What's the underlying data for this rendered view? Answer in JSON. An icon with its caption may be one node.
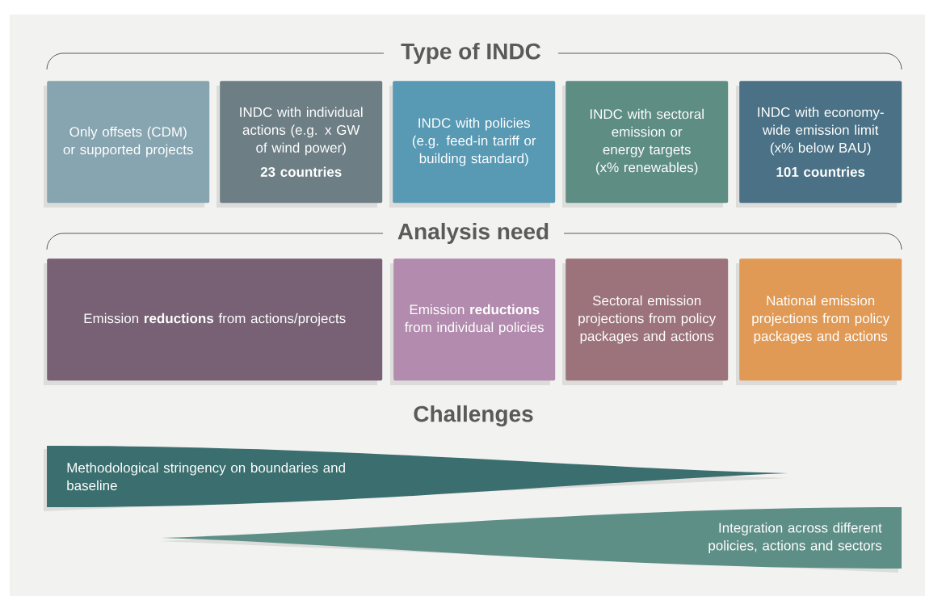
{
  "diagram": {
    "nodes": [
      {
        "text": [
          "Only offsets (CDM) or supported projects"
        ]
      },
      {
        "text": [
          "INDC with individual actions (e.g. x GW of wind power)",
          "23 countries"
        ]
      },
      {
        "text": [
          "INDC with policies (e.g. feed-in tariff or building standard)"
        ]
      },
      {
        "text": [
          "INDC with sectoral emission or energy targets (x% renewables)"
        ]
      },
      {
        "text": [
          "INDC with economy-wide emission limit (x% below BAU)",
          "101 countries"
        ]
      },
      {
        "text": [
          "Emission **reductions** from actions/projects"
        ]
      },
      {
        "text": [
          "Emission **reductions** from individual policies"
        ]
      },
      {
        "text": [
          "Sectoral emission projections from policy packages and actions"
        ]
      },
      {
        "text": [
          "National emission projections from policy packages and actions"
        ]
      },
      {
        "text": [
          "Methodological stringency on boundaries and baseline"
        ]
      },
      {
        "text": [
          "Integration across different policies, actions and sectors"
        ]
      }
    ],
    "labels": [
      "Type of INDC",
      "Analysis need",
      "Challenges"
    ]
  }
}
